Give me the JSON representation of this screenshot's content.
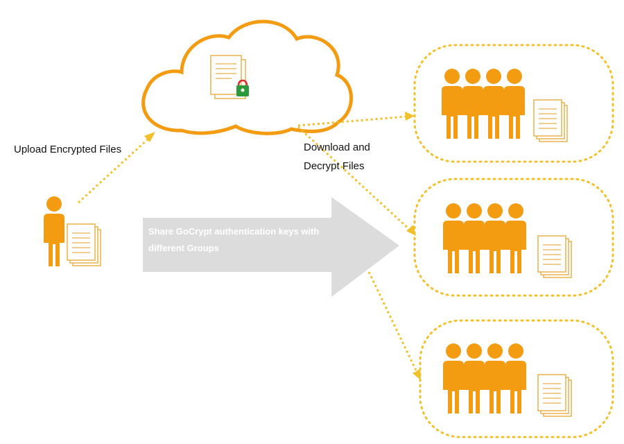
{
  "colors": {
    "accent": "#f39c12",
    "arrow_dots": "#f2c029",
    "group_border": "#f2c029",
    "share_arrow": "#dcdcdc",
    "cloud_stroke": "#f39c12",
    "lock_red": "#d62f2f",
    "lock_green": "#2c9a3c"
  },
  "icons": {
    "cloud": "cloud-icon",
    "encrypted_file": "encrypted-document-icon",
    "user": "person-icon",
    "group": "people-group-icon",
    "document": "document-stack-icon",
    "share_arrow": "right-arrow-icon"
  },
  "labels": {
    "upload": "Upload Encrypted Files",
    "download_line1": "Download and",
    "download_line2": "Decrypt Files",
    "share_line1": "Share GoCrypt authentication keys with",
    "share_line2": "different Groups"
  },
  "group_count": 3
}
